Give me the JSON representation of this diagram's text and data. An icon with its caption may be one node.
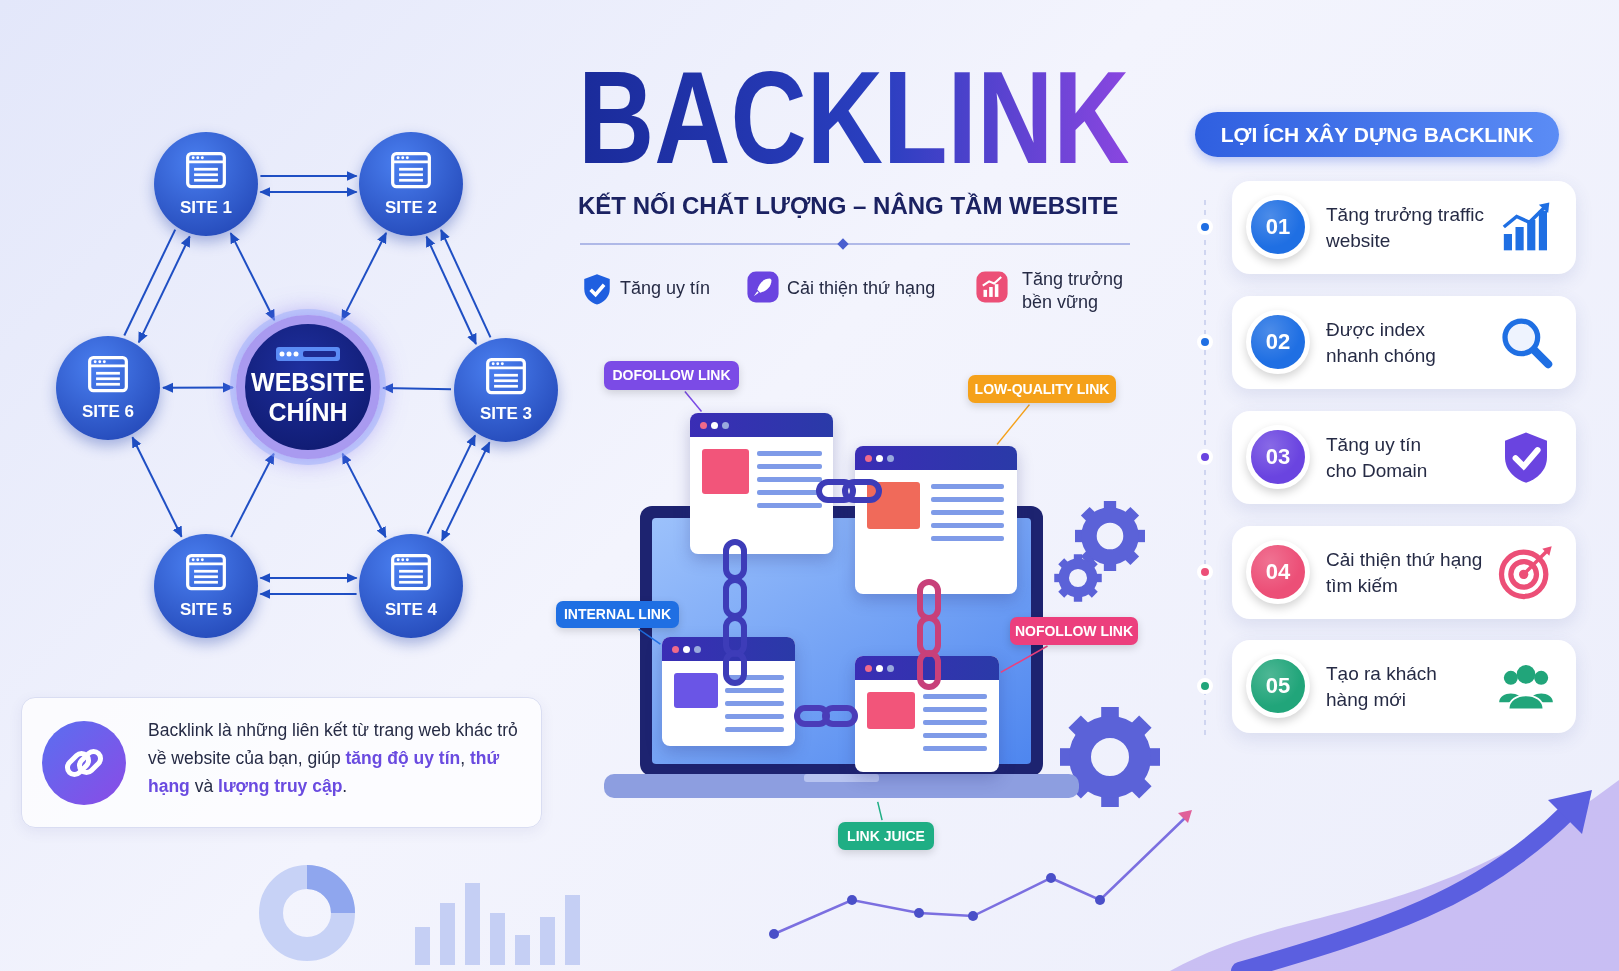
{
  "diagram": {
    "title": "BACKLINK",
    "nodes": [
      {
        "text": [
          "SITE 1"
        ]
      },
      {
        "text": [
          "SITE 2"
        ]
      },
      {
        "text": [
          "SITE 6"
        ]
      },
      {
        "text": [
          "WEBSITE CHÍNH"
        ]
      },
      {
        "text": [
          "SITE 3"
        ]
      },
      {
        "text": [
          "SITE 5"
        ]
      },
      {
        "text": [
          "SITE 4"
        ]
      },
      {
        "text": [
          "Backlink là những liên kết từ trang web khác trỏ về website của bạn, giúp **tăng độ uy tín**, **thứ hạng** và **lượng truy cập**."
        ]
      },
      {
        "text": [
          "DOFOLLOW LINK"
        ]
      },
      {
        "text": [
          "LOW-QUALITY LINK"
        ]
      },
      {
        "text": [],
        "shape": "picture"
      },
      {
        "text": [],
        "shape": "box"
      },
      {
        "text": [],
        "shape": "box"
      },
      {
        "text": [
          "INTERNAL LINK"
        ]
      },
      {
        "text": [
          "NOFOLLOW LINK"
        ]
      },
      {
        "text": [],
        "shape": "box",
        "in": 10
      },
      {
        "text": [],
        "shape": "box",
        "in": 10
      },
      {
        "text": [
          "LINK JUICE"
        ]
      },
      {
        "text": [
          "LỢI ÍCH XÂY DỰNG BACKLINK"
        ]
      },
      {
        "text": [
          "Tăng trưởng traffic website"
        ]
      },
      {
        "text": [
          "01"
        ],
        "in": 19
      },
      {
        "text": [
          "Được index nhanh chóng"
        ]
      },
      {
        "text": [
          "02"
        ],
        "in": 21
      },
      {
        "text": [
          "Tăng uy tín cho Domain"
        ]
      },
      {
        "text": [
          "03"
        ],
        "in": 23
      },
      {
        "text": [
          "Cải thiện thứ hạng tìm kiếm"
        ]
      },
      {
        "text": [
          "04"
        ],
        "in": 25
      },
      {
        "text": [
          "Tạo ra khách hàng mới"
        ]
      },
      {
        "text": [
          "05"
        ],
        "in": 27
      }
    ],
    "edges": [
      {
        "from": 0,
        "to": 1,
        "arrow": "to"
      },
      {
        "from": 0,
        "to": 1,
        "arrow": "both"
      },
      {
        "from": 0,
        "to": 2,
        "arrow": "both"
      },
      {
        "from": 0,
        "to": 2,
        "arrow": "none"
      },
      {
        "from": 0,
        "to": 3,
        "arrow": "both"
      },
      {
        "from": 1,
        "to": 3,
        "arrow": "both"
      },
      {
        "from": 4,
        "to": 1,
        "arrow": "to"
      },
      {
        "from": 1,
        "to": 4,
        "arrow": "both"
      },
      {
        "from": 2,
        "to": 3,
        "arrow": "both"
      },
      {
        "from": 4,
        "to": 3,
        "arrow": "to"
      },
      {
        "from": 2,
        "to": 5,
        "arrow": "both"
      },
      {
        "from": 5,
        "to": 3,
        "arrow": "to"
      },
      {
        "from": 3,
        "to": 6,
        "arrow": "both"
      },
      {
        "from": 6,
        "to": 4,
        "arrow": "both"
      },
      {
        "from": 6,
        "to": 4,
        "arrow": "to"
      },
      {
        "from": 5,
        "to": 6,
        "arrow": "both"
      },
      {
        "from": 6,
        "to": 5,
        "arrow": "to"
      },
      {
        "from": 8,
        "to": 11,
        "arrow": "none",
        "color": "#7b4be6"
      },
      {
        "from": 9,
        "to": 12,
        "arrow": "none",
        "color": "#f5a11a"
      },
      {
        "from": 13,
        "to": 15,
        "arrow": "none",
        "color": "#1f6fe3"
      },
      {
        "from": 14,
        "to": 16,
        "arrow": "none",
        "color": "#ec3f7d"
      },
      {
        "from": 17,
        "to": 10,
        "arrow": "none",
        "color": "#1fae84"
      }
    ],
    "labels": [
      "KẾT NỐI CHẤT LƯỢNG – NÂNG TẦM WEBSITE",
      "Tăng uy tín",
      "Cải thiện thứ hạng",
      "Tăng trưởng bền vững"
    ]
  }
}
